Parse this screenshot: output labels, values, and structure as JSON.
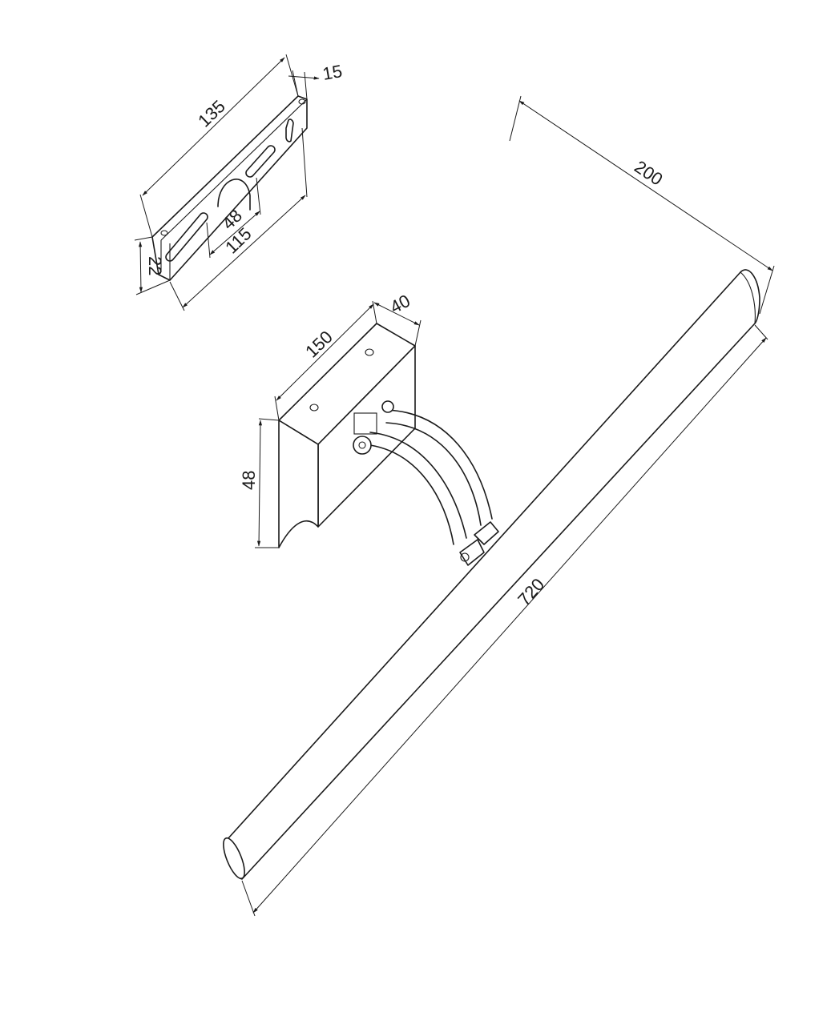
{
  "colors": {
    "line": "#1a1a1a",
    "background": "#ffffff"
  },
  "mounting_plate": {
    "length": "135",
    "depth": "15",
    "height": "22",
    "slot_spacing": "115",
    "cutout_width": "48"
  },
  "wall_base": {
    "length": "150",
    "depth": "40",
    "height": "48"
  },
  "lamp_bar": {
    "length": "720",
    "projection": "200"
  }
}
